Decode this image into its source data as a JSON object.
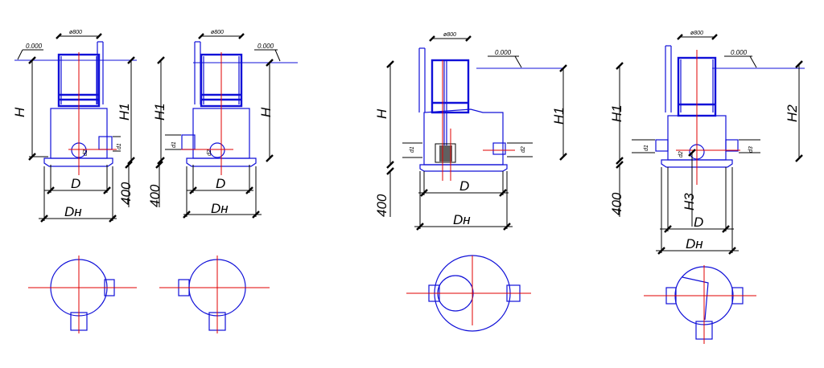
{
  "colors": {
    "object": "#1010d8",
    "dimension": "#000000",
    "axis": "#e00000",
    "background": "#ffffff"
  },
  "labels": {
    "level": "0.000",
    "neck_diameter": "ø800",
    "H": "H",
    "H1": "H1",
    "H2": "H2",
    "H3": "H3",
    "D": "D",
    "Dn": "Dн",
    "d1": "d1",
    "d2": "d2",
    "d3": "d3",
    "base_height": "400"
  }
}
